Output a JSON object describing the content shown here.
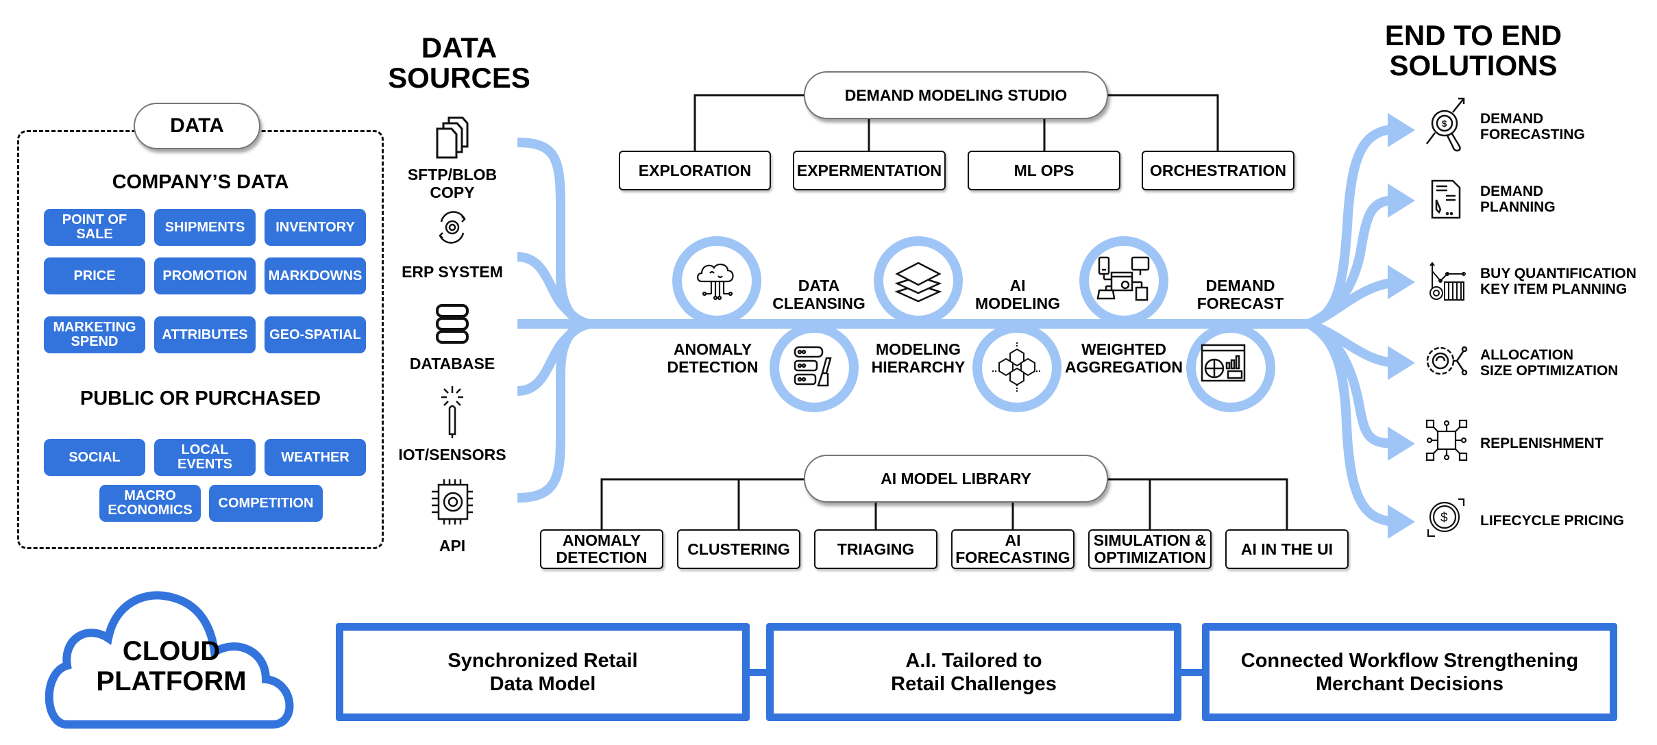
{
  "colors": {
    "chip_blue": "#3373dc",
    "flow_blue": "#9fc5f6",
    "platform_blue": "#3373dc",
    "text": "#000000"
  },
  "data_panel": {
    "pill_label": "DATA",
    "company_heading": "COMPANY’S DATA",
    "company_items": [
      "POINT OF\nSALE",
      "SHIPMENTS",
      "INVENTORY",
      "PRICE",
      "PROMOTION",
      "MARKDOWNS",
      "MARKETING\nSPEND",
      "ATTRIBUTES",
      "GEO-SPATIAL"
    ],
    "public_heading": "PUBLIC OR PURCHASED",
    "public_items": [
      "SOCIAL",
      "LOCAL\nEVENTS",
      "WEATHER",
      "MACRO\nECONOMICS",
      "COMPETITION"
    ]
  },
  "data_sources": {
    "title": "DATA\nSOURCES",
    "items": [
      {
        "label": "SFTP/BLOB\nCOPY",
        "icon": "documents-icon"
      },
      {
        "label": "ERP SYSTEM",
        "icon": "gear-sync-icon"
      },
      {
        "label": "DATABASE",
        "icon": "database-icon"
      },
      {
        "label": "IOT/SENSORS",
        "icon": "sensor-icon"
      },
      {
        "label": "API",
        "icon": "chip-gear-icon"
      }
    ]
  },
  "studio": {
    "title": "DEMAND MODELING STUDIO",
    "children": [
      "EXPLORATION",
      "EXPERMENTATION",
      "ML OPS",
      "ORCHESTRATION"
    ]
  },
  "pipeline": {
    "steps": [
      {
        "label": "ANOMALY\nDETECTION",
        "icon": "cloud-brain-icon"
      },
      {
        "label": "DATA\nCLEANSING",
        "icon": "server-brush-icon"
      },
      {
        "label": "MODELING\nHIERARCHY",
        "icon": "layers-icon"
      },
      {
        "label": "AI\nMODELING",
        "icon": "cubes-icon"
      },
      {
        "label": "WEIGHTED\nAGGREGATION",
        "icon": "network-devices-icon"
      },
      {
        "label": "DEMAND\nFORECAST",
        "icon": "dashboard-chart-icon"
      }
    ]
  },
  "library": {
    "title": "AI MODEL LIBRARY",
    "children": [
      "ANOMALY\nDETECTION",
      "CLUSTERING",
      "TRIAGING",
      "AI\nFORECASTING",
      "SIMULATION &\nOPTIMIZATION",
      "AI IN THE UI"
    ]
  },
  "solutions": {
    "title": "END TO END\nSOLUTIONS",
    "items": [
      {
        "label": "DEMAND\nFORECASTING",
        "icon": "magnifier-dollar-icon"
      },
      {
        "label": "DEMAND\nPLANNING",
        "icon": "document-pen-icon"
      },
      {
        "label": "BUY QUANTIFICATION\nKEY ITEM PLANNING",
        "icon": "chart-gear-icon"
      },
      {
        "label": "ALLOCATION\nSIZE OPTIMIZATION",
        "icon": "gear-nodes-icon"
      },
      {
        "label": "REPLENISHMENT",
        "icon": "hub-nodes-icon"
      },
      {
        "label": "LIFECYCLE PRICING",
        "icon": "coin-dollar-icon"
      }
    ]
  },
  "platform": {
    "cloud_label": "CLOUD\nPLATFORM",
    "pillars": [
      "Synchronized Retail\nData Model",
      "A.I. Tailored to\nRetail Challenges",
      "Connected Workflow Strengthening\nMerchant Decisions"
    ]
  }
}
